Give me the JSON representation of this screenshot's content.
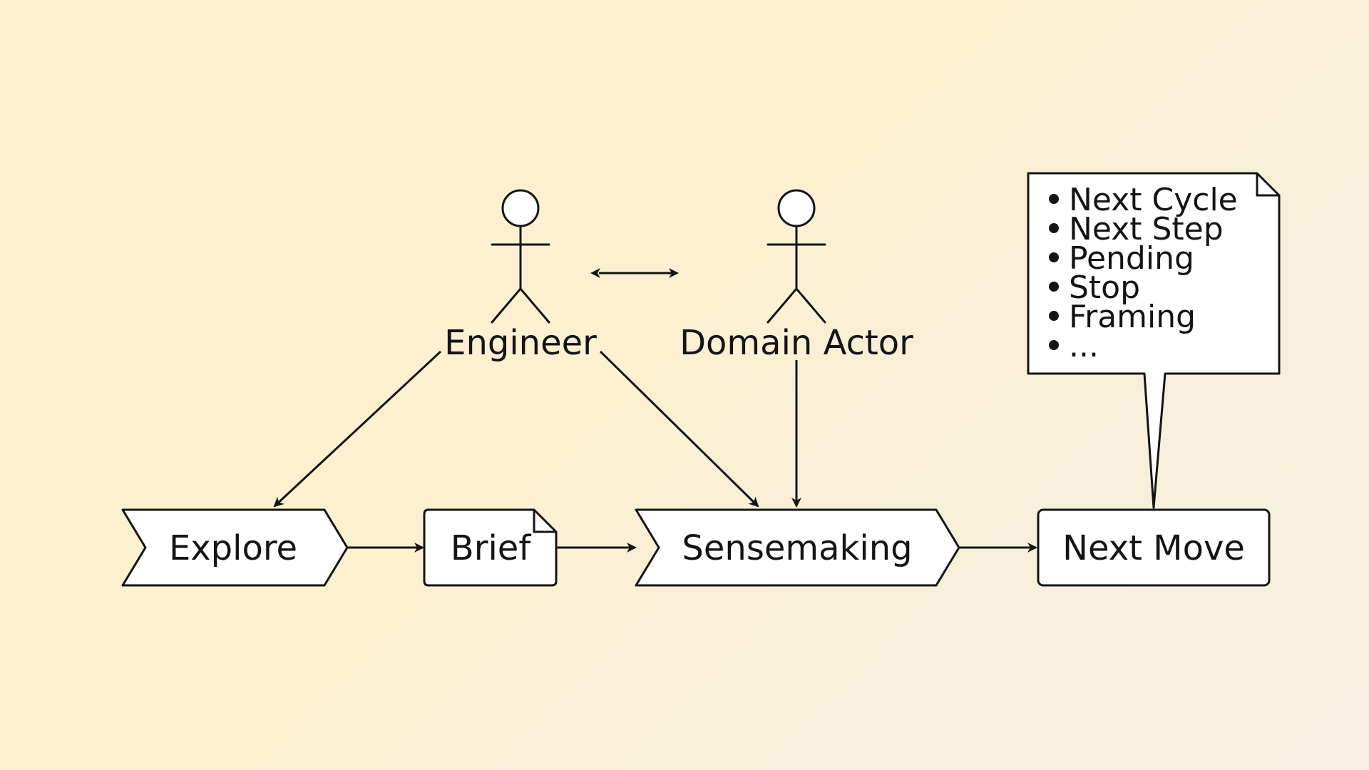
{
  "diagram": {
    "actors": {
      "engineer": "Engineer",
      "domain_actor": "Domain Actor"
    },
    "steps": {
      "explore": "Explore",
      "brief": "Brief",
      "sensemaking": "Sensemaking",
      "next_move": "Next Move"
    },
    "note": {
      "items": [
        "Next Cycle",
        "Next Step",
        "Pending",
        "Stop",
        "Framing",
        "..."
      ]
    }
  },
  "colors": {
    "background": "#fcf0cf",
    "shape_fill": "#ffffff",
    "stroke": "#141414"
  }
}
